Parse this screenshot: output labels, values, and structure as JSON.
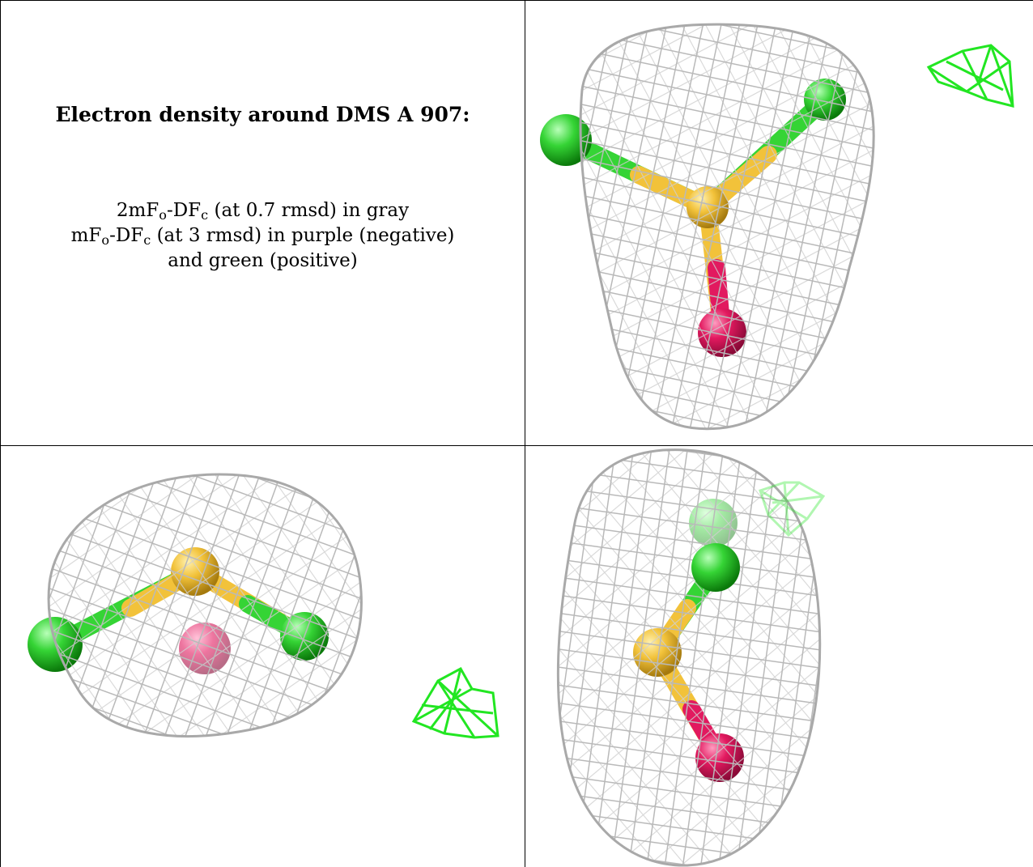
{
  "caption": {
    "title": "Electron density around DMS A 907:",
    "line1": {
      "a": "2mF",
      "a_sub": "o",
      "b": "-DF",
      "b_sub": "c",
      "rest": " (at 0.7 rmsd) in gray"
    },
    "line2": {
      "a": "mF",
      "a_sub": "o",
      "b": "-DF",
      "b_sub": "c",
      "rest": " (at 3 rmsd) in purple (negative)"
    },
    "line3": "and green (positive)"
  },
  "colors": {
    "mesh_gray": "#b9b9b9",
    "positive_green": "#22e622",
    "sulfur_yellow": "#f2c23a",
    "oxygen_pink": "#e2195f",
    "carbon_green": "#35d435"
  },
  "panels": [
    "top-view",
    "side-view-1",
    "side-view-2"
  ]
}
